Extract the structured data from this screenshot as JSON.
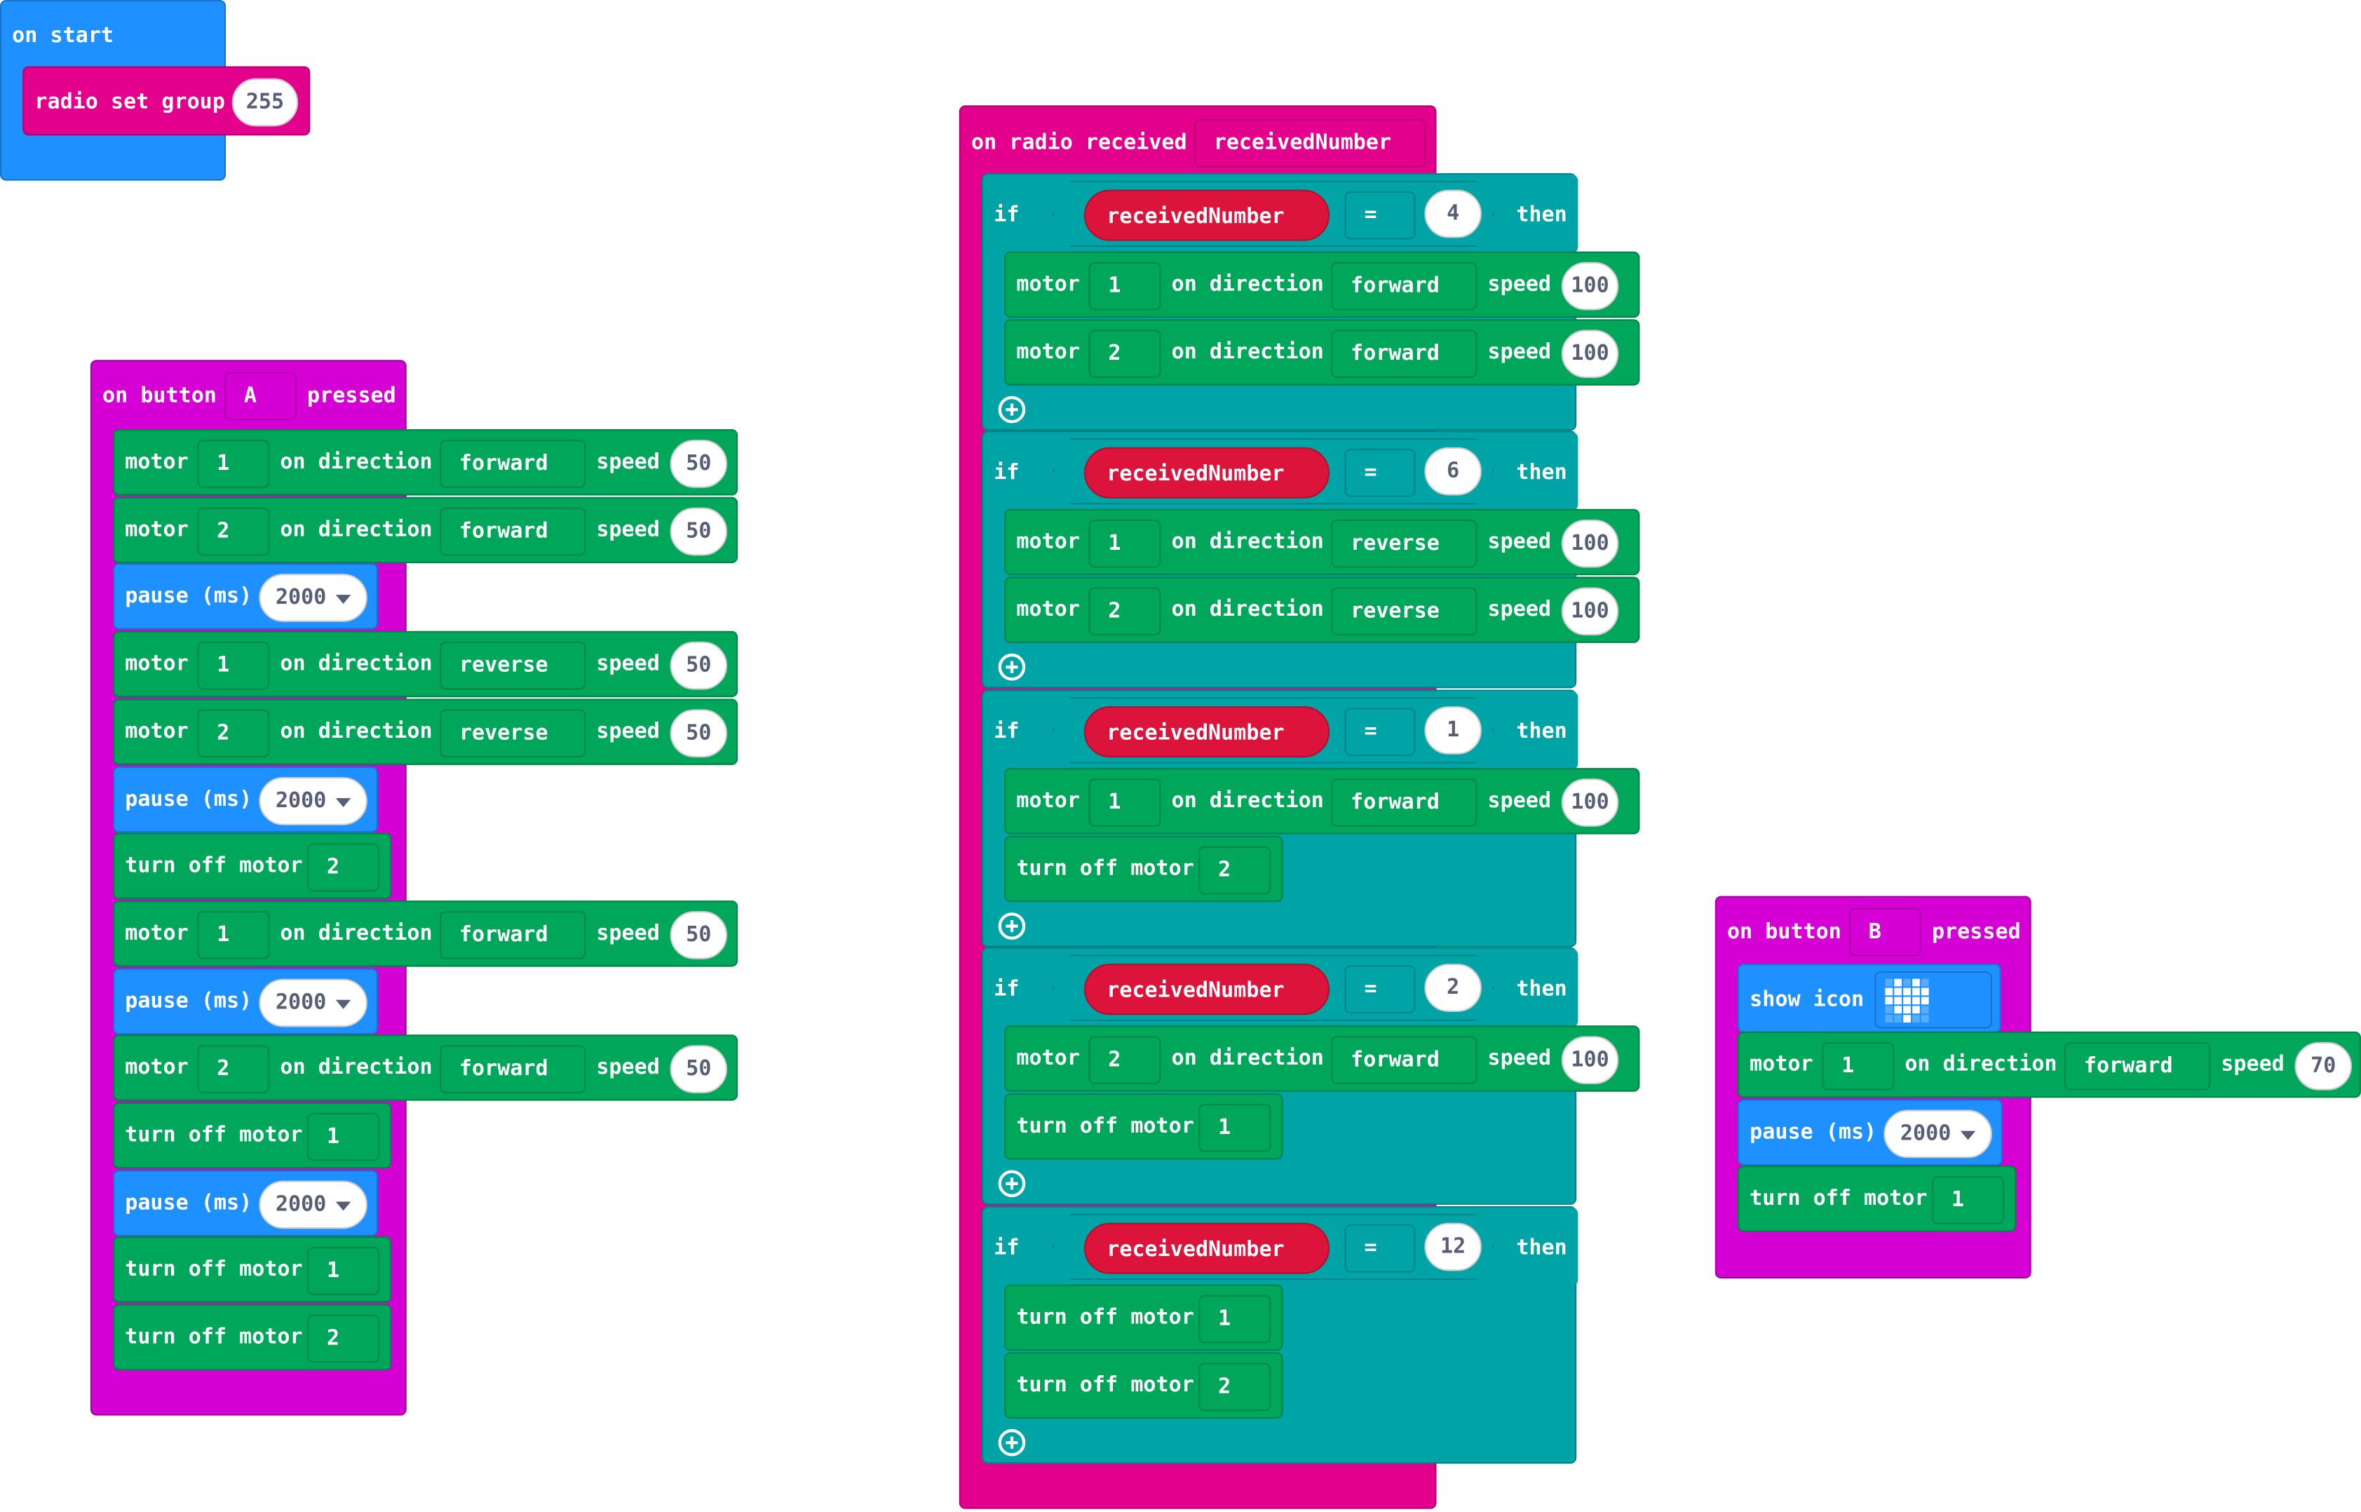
{
  "colors": {
    "basic_blue": "#1e90ff",
    "input_magenta": "#d400d4",
    "radio_pink": "#e3008c",
    "motor_green": "#00a65a",
    "logic_teal": "#00a4a6",
    "variable_red": "#dc143c"
  },
  "on_start": {
    "label": "on start",
    "radio_set_group": {
      "label": "radio set group",
      "value": "255"
    }
  },
  "button_a": {
    "label_prefix": "on button",
    "button": "A",
    "label_suffix": "pressed",
    "blocks": [
      {
        "kind": "motor",
        "motor": "1",
        "direction": "forward",
        "speed": "50"
      },
      {
        "kind": "motor",
        "motor": "2",
        "direction": "forward",
        "speed": "50"
      },
      {
        "kind": "pause",
        "ms": "2000"
      },
      {
        "kind": "motor",
        "motor": "1",
        "direction": "reverse",
        "speed": "50"
      },
      {
        "kind": "motor",
        "motor": "2",
        "direction": "reverse",
        "speed": "50"
      },
      {
        "kind": "pause",
        "ms": "2000"
      },
      {
        "kind": "off",
        "motor": "2"
      },
      {
        "kind": "motor",
        "motor": "1",
        "direction": "forward",
        "speed": "50"
      },
      {
        "kind": "pause",
        "ms": "2000"
      },
      {
        "kind": "motor",
        "motor": "2",
        "direction": "forward",
        "speed": "50"
      },
      {
        "kind": "off",
        "motor": "1"
      },
      {
        "kind": "pause",
        "ms": "2000"
      },
      {
        "kind": "off",
        "motor": "1"
      },
      {
        "kind": "off",
        "motor": "2"
      }
    ]
  },
  "radio": {
    "label": "on radio received",
    "param": "receivedNumber",
    "if_label": "if",
    "then_label": "then",
    "eq": "=",
    "var": "receivedNumber",
    "branches": [
      {
        "value": "4",
        "blocks": [
          {
            "kind": "motor",
            "motor": "1",
            "direction": "forward",
            "speed": "100"
          },
          {
            "kind": "motor",
            "motor": "2",
            "direction": "forward",
            "speed": "100"
          }
        ]
      },
      {
        "value": "6",
        "blocks": [
          {
            "kind": "motor",
            "motor": "1",
            "direction": "reverse",
            "speed": "100"
          },
          {
            "kind": "motor",
            "motor": "2",
            "direction": "reverse",
            "speed": "100"
          }
        ]
      },
      {
        "value": "1",
        "blocks": [
          {
            "kind": "motor",
            "motor": "1",
            "direction": "forward",
            "speed": "100"
          },
          {
            "kind": "off",
            "motor": "2"
          }
        ]
      },
      {
        "value": "2",
        "blocks": [
          {
            "kind": "motor",
            "motor": "2",
            "direction": "forward",
            "speed": "100"
          },
          {
            "kind": "off",
            "motor": "1"
          }
        ]
      },
      {
        "value": "12",
        "blocks": [
          {
            "kind": "off",
            "motor": "1"
          },
          {
            "kind": "off",
            "motor": "2"
          }
        ]
      }
    ]
  },
  "button_b": {
    "label_prefix": "on button",
    "button": "B",
    "label_suffix": "pressed",
    "show_icon_label": "show icon",
    "icon": "heart-icon",
    "blocks": [
      {
        "kind": "motor",
        "motor": "1",
        "direction": "forward",
        "speed": "70"
      },
      {
        "kind": "pause",
        "ms": "2000"
      },
      {
        "kind": "off",
        "motor": "1"
      }
    ]
  },
  "labels": {
    "motor": "motor",
    "on_direction": "on direction",
    "speed": "speed",
    "pause": "pause (ms)",
    "turn_off_motor": "turn off motor"
  }
}
